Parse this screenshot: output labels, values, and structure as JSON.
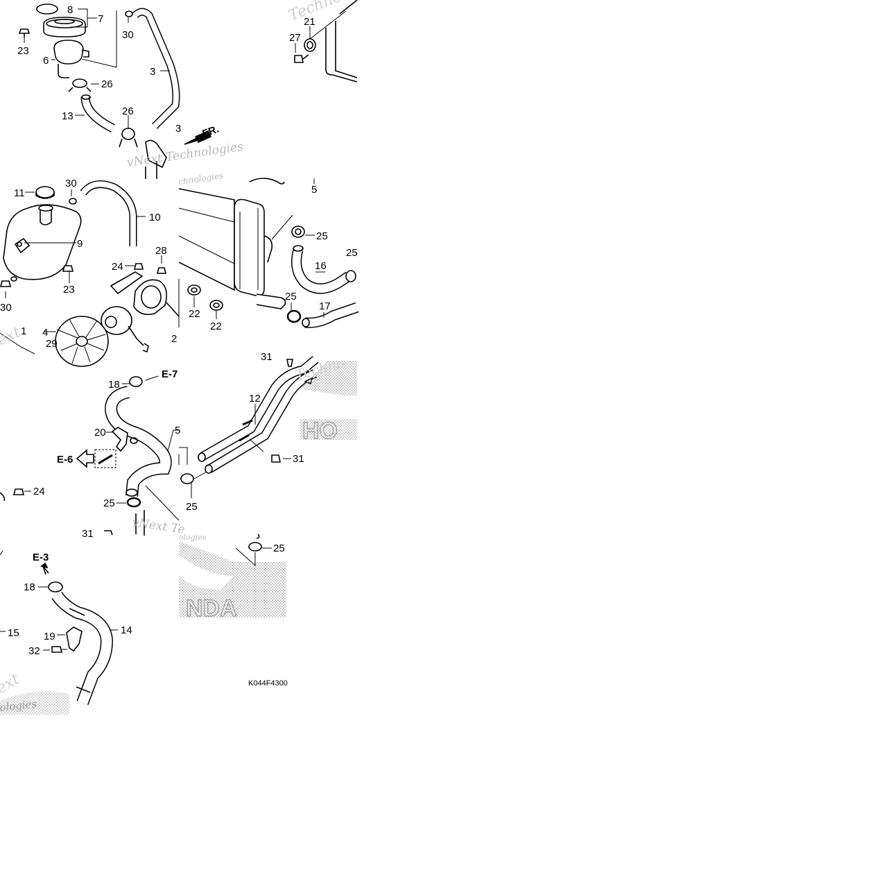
{
  "diagram": {
    "parts": [
      {
        "n": "8"
      },
      {
        "n": "7"
      },
      {
        "n": "30"
      },
      {
        "n": "23"
      },
      {
        "n": "6"
      },
      {
        "n": "3"
      },
      {
        "n": "26"
      },
      {
        "n": "13"
      },
      {
        "n": "26"
      },
      {
        "n": "21"
      },
      {
        "n": "27"
      },
      {
        "n": "11"
      },
      {
        "n": "30"
      },
      {
        "n": "10"
      },
      {
        "n": "9"
      },
      {
        "n": "23"
      },
      {
        "n": "30"
      },
      {
        "n": "24"
      },
      {
        "n": "28"
      },
      {
        "n": "4"
      },
      {
        "n": "29"
      },
      {
        "n": "1"
      },
      {
        "n": "2"
      },
      {
        "n": "5"
      },
      {
        "n": "25"
      },
      {
        "n": "16"
      },
      {
        "n": "25"
      },
      {
        "n": "22"
      },
      {
        "n": "22"
      },
      {
        "n": "25"
      },
      {
        "n": "17"
      },
      {
        "n": "18"
      },
      {
        "n": "20"
      },
      {
        "n": "24"
      },
      {
        "n": "25"
      },
      {
        "n": "31"
      },
      {
        "n": "31"
      },
      {
        "n": "12"
      },
      {
        "n": "31"
      },
      {
        "n": "25"
      },
      {
        "n": "5"
      },
      {
        "n": "18"
      },
      {
        "n": "15"
      },
      {
        "n": "19"
      },
      {
        "n": "14"
      },
      {
        "n": "32"
      },
      {
        "n": "25"
      },
      {
        "n": "3"
      }
    ],
    "refs": [
      "E-7",
      "E-6",
      "E-3"
    ],
    "direction_label": "FR.",
    "figure_code": "K044F4300",
    "watermarks": [
      "vNext Technologies",
      "Techno",
      "ext",
      "chnologies",
      "Techno",
      "vNext Te",
      "ologies",
      "ologies",
      "ext"
    ],
    "brand_watermarks": [
      "HO",
      "NDA"
    ]
  }
}
